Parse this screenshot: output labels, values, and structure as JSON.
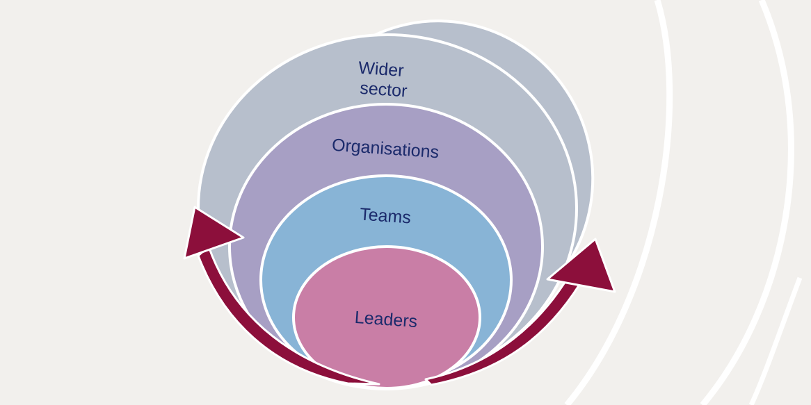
{
  "diagram": {
    "layers": [
      {
        "id": "wider-sector",
        "lines": [
          "Wider",
          "sector"
        ],
        "color": "#b7bfcc"
      },
      {
        "id": "organisations",
        "lines": [
          "Organisations"
        ],
        "color": "#a79fc4"
      },
      {
        "id": "teams",
        "lines": [
          "Teams"
        ],
        "color": "#88b4d6"
      },
      {
        "id": "leaders",
        "lines": [
          "Leaders"
        ],
        "color": "#c97ea6"
      }
    ],
    "arrow_color": "#8c0f3b",
    "outline_color": "#ffffff",
    "background_color": "#f2f0ed"
  }
}
